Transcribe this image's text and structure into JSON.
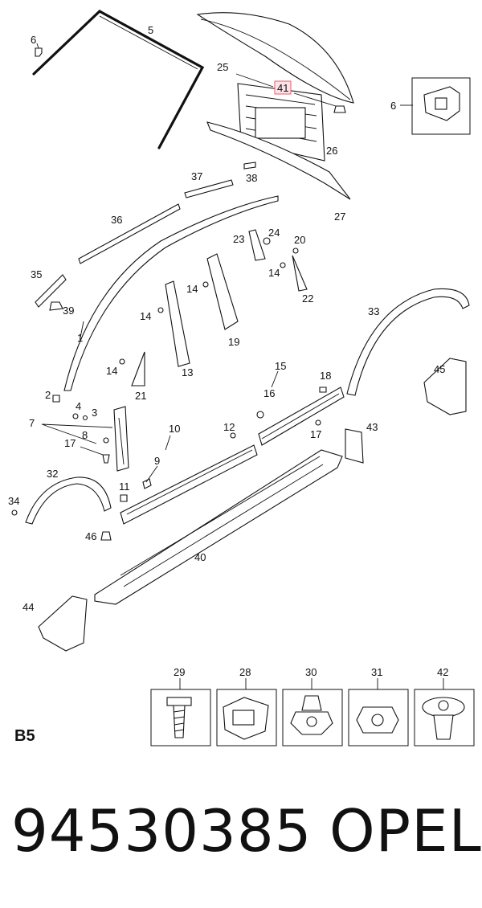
{
  "callouts": {
    "c1": "1",
    "c2": "2",
    "c3": "3",
    "c4": "4",
    "c5": "5",
    "c6a": "6",
    "c6b": "6",
    "c7": "7",
    "c8": "8",
    "c9": "9",
    "c10": "10",
    "c11": "11",
    "c12": "12",
    "c13": "13",
    "c14a": "14",
    "c14b": "14",
    "c14c": "14",
    "c14d": "14",
    "c15": "15",
    "c16": "16",
    "c17a": "17",
    "c17b": "17",
    "c18": "18",
    "c19": "19",
    "c20": "20",
    "c21": "21",
    "c22": "22",
    "c23": "23",
    "c24": "24",
    "c25": "25",
    "c26": "26",
    "c27": "27",
    "c32": "32",
    "c33": "33",
    "c34": "34",
    "c35": "35",
    "c36": "36",
    "c37": "37",
    "c38": "38",
    "c39": "39",
    "c40": "40",
    "c41": "41",
    "c43": "43",
    "c44": "44",
    "c45": "45",
    "c46": "46"
  },
  "fastener_boxes": [
    "29",
    "28",
    "30",
    "31",
    "42"
  ],
  "sheet_label": "B5",
  "part_number": "94530385",
  "brand": "OPEL",
  "highlight_color": "#e0606e"
}
